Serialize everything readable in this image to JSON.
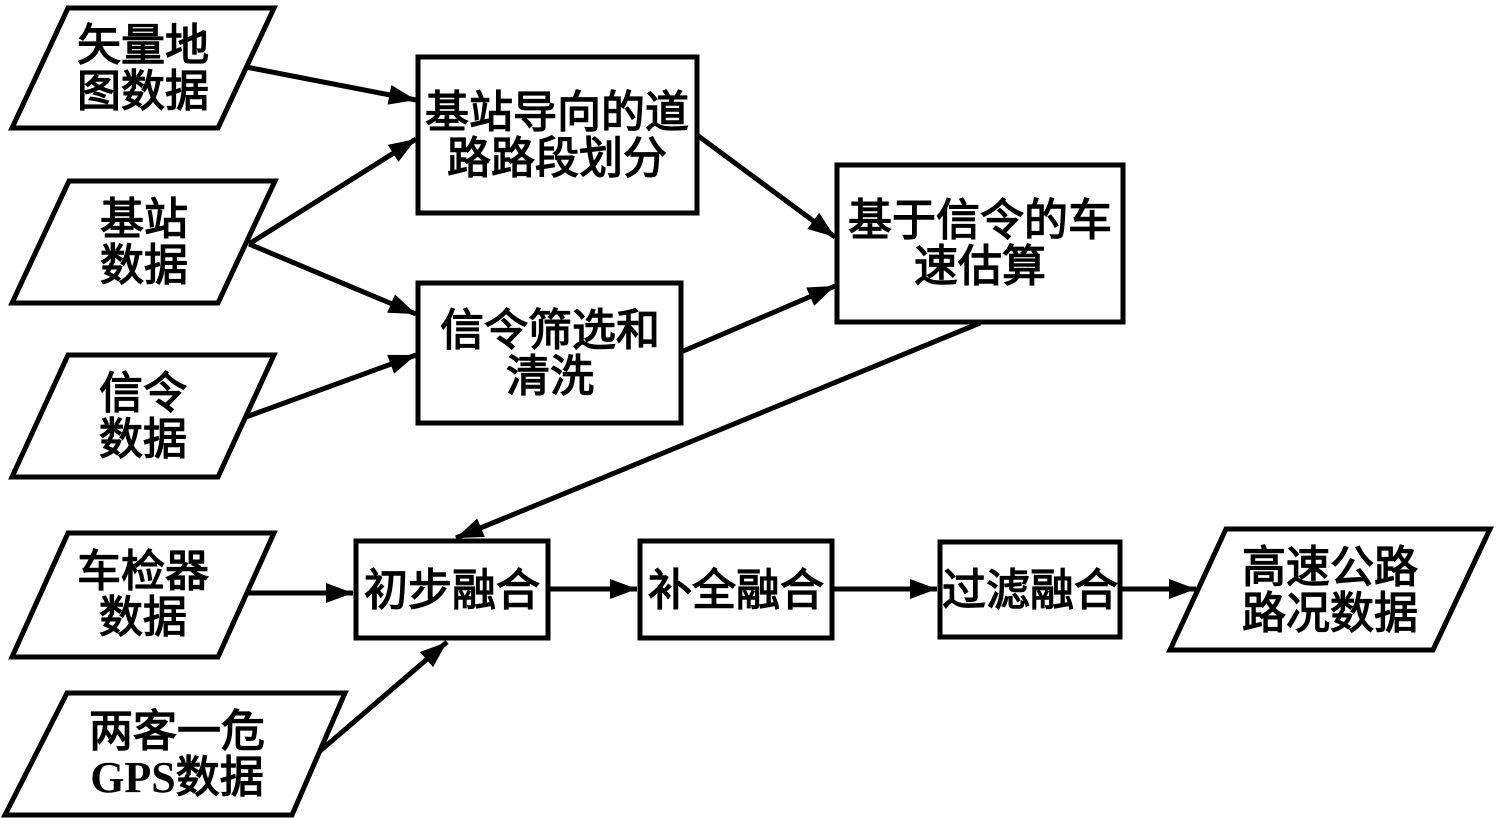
{
  "diagram": {
    "type": "flowchart",
    "colors": {
      "ink": "#000000",
      "background": "#ffffff"
    },
    "nodes": {
      "vector_map": {
        "shape": "parallelogram",
        "role": "input",
        "lines": [
          "矢量地",
          "图数据"
        ]
      },
      "base_station": {
        "shape": "parallelogram",
        "role": "input",
        "lines": [
          "基站",
          "数据"
        ]
      },
      "signaling": {
        "shape": "parallelogram",
        "role": "input",
        "lines": [
          "信令",
          "数据"
        ]
      },
      "vehicle_detector": {
        "shape": "parallelogram",
        "role": "input",
        "lines": [
          "车检器",
          "数据"
        ]
      },
      "gps": {
        "shape": "parallelogram",
        "role": "input",
        "lines": [
          "两客一危",
          "GPS数据"
        ]
      },
      "road_segmentation": {
        "shape": "rect",
        "role": "process",
        "lines": [
          "基站导向的道",
          "路路段划分"
        ]
      },
      "signal_filtering": {
        "shape": "rect",
        "role": "process",
        "lines": [
          "信令筛选和",
          "清洗"
        ]
      },
      "speed_estimation": {
        "shape": "rect",
        "role": "process",
        "lines": [
          "基于信令的车",
          "速估算"
        ]
      },
      "initial_fusion": {
        "shape": "rect",
        "role": "process",
        "lines": [
          "初步融合"
        ]
      },
      "completion_fusion": {
        "shape": "rect",
        "role": "process",
        "lines": [
          "补全融合"
        ]
      },
      "filter_fusion": {
        "shape": "rect",
        "role": "process",
        "lines": [
          "过滤融合"
        ]
      },
      "highway_output": {
        "shape": "parallelogram",
        "role": "output",
        "lines": [
          "高速公路",
          "路况数据"
        ]
      }
    },
    "edges": [
      {
        "from": "vector_map",
        "to": "road_segmentation"
      },
      {
        "from": "base_station",
        "to": "road_segmentation"
      },
      {
        "from": "base_station",
        "to": "signal_filtering"
      },
      {
        "from": "signaling",
        "to": "signal_filtering"
      },
      {
        "from": "road_segmentation",
        "to": "speed_estimation"
      },
      {
        "from": "signal_filtering",
        "to": "speed_estimation"
      },
      {
        "from": "speed_estimation",
        "to": "initial_fusion"
      },
      {
        "from": "vehicle_detector",
        "to": "initial_fusion"
      },
      {
        "from": "gps",
        "to": "initial_fusion"
      },
      {
        "from": "initial_fusion",
        "to": "completion_fusion"
      },
      {
        "from": "completion_fusion",
        "to": "filter_fusion"
      },
      {
        "from": "filter_fusion",
        "to": "highway_output"
      }
    ]
  }
}
